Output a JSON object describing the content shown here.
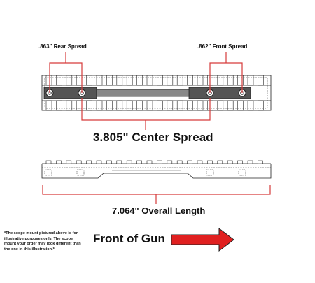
{
  "labels": {
    "rear_spread": ".863\" Rear Spread",
    "front_spread": ".862\" Front Spread",
    "center_spread": "3.805\" Center Spread",
    "overall_length": "7.064\" Overall Length",
    "front_of_gun": "Front of Gun"
  },
  "disclaimer": "*The scope mount pictured above is for illustrative purposes only. The scope mount your order may look different than the one in this illustration.*",
  "colors": {
    "dimension": "#d63b3b",
    "arrow": "#e02020",
    "line": "#222222"
  },
  "icons": {
    "arrow": "right-arrow-icon"
  }
}
